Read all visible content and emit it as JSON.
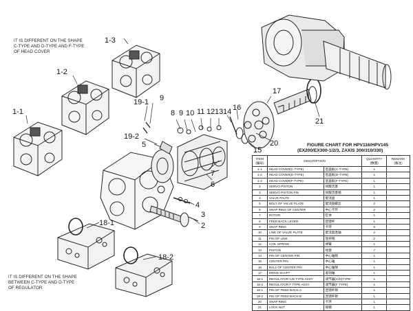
{
  "notes": {
    "head_cover": [
      "IT IS DIFFERENT ON THE SHAPE",
      "C-TYPE AND D-TYPE AND F-TYPE",
      "OF HEAD COVER"
    ],
    "regulator": [
      "IT IS DIFFERENT ON THE SHAPE",
      "BETWEEN C-TYPE AND D-TYPE",
      "OF REGULATOR"
    ]
  },
  "callouts": [
    "1-3",
    "1-2",
    "1-1",
    "9",
    "19-1",
    "8",
    "9",
    "10",
    "11",
    "12",
    "13",
    "14",
    "16",
    "17",
    "19-2",
    "5",
    "15",
    "20",
    "21",
    "7",
    "6",
    "4",
    "3",
    "2",
    "18-1",
    "18-2"
  ],
  "figure_chart": {
    "title": "FIGURE CHART FOR HPV116/HPV145",
    "subtitle": "(EX200/EX300-1/2/3, ZAXIS 300/310/330)",
    "headers": {
      "item": "ITEM",
      "item_zh": "(编号)",
      "description": "DESCRIPTION",
      "quantity": "QUANTITY",
      "quantity_zh": "(数量)",
      "remark": "REMARK",
      "remark_zh": "(备注)"
    },
    "rows": [
      {
        "item": "1-1",
        "desc": "HEAD COVER(C-TYPE)",
        "zh": "后盖板(C-TYPE)",
        "qty": "1",
        "remark": ""
      },
      {
        "item": "1-2",
        "desc": "HEAD COVER(D-TYPE)",
        "zh": "后盖板(D-TYPE)",
        "qty": "1",
        "remark": ""
      },
      {
        "item": "1-3",
        "desc": "HEAD COVER(F-TYPE)",
        "zh": "后盖板(F-TYPE)",
        "qty": "1",
        "remark": ""
      },
      {
        "item": "2",
        "desc": "SERVO PISTON",
        "zh": "伺服活塞",
        "qty": "1",
        "remark": ""
      },
      {
        "item": "3",
        "desc": "SERVO PISTON PIN",
        "zh": "伺服活塞销",
        "qty": "1",
        "remark": ""
      },
      {
        "item": "4",
        "desc": "VALVE PALTE",
        "zh": "配流盘",
        "qty": "1",
        "remark": ""
      },
      {
        "item": "5",
        "desc": "BOLT OF VALVE PLATE",
        "zh": "配流盘螺丝",
        "qty": "2",
        "remark": ""
      },
      {
        "item": "6",
        "desc": "SNAP RING OF CENTER",
        "zh": "中心卡环",
        "qty": "2",
        "remark": ""
      },
      {
        "item": "7",
        "desc": "ROTOR",
        "zh": "缸体",
        "qty": "1",
        "remark": ""
      },
      {
        "item": "8",
        "desc": "FEED BACK LEVER",
        "zh": "回馈杆",
        "qty": "1",
        "remark": ""
      },
      {
        "item": "9",
        "desc": "SNAP RING",
        "zh": "卡环",
        "qty": "6",
        "remark": ""
      },
      {
        "item": "10",
        "desc": "LINK OF VALVE PLATE",
        "zh": "配流盘连轴",
        "qty": "2",
        "remark": ""
      },
      {
        "item": "11",
        "desc": "PIN OF LINK",
        "zh": "连杆销",
        "qty": "2",
        "remark": ""
      },
      {
        "item": "12",
        "desc": "COIL SPRING",
        "zh": "弹簧",
        "qty": "1",
        "remark": ""
      },
      {
        "item": "13",
        "desc": "PISTON",
        "zh": "柱塞",
        "qty": "7",
        "remark": ""
      },
      {
        "item": "14",
        "desc": "PIN OF CENTER PIN",
        "zh": "中心轴销",
        "qty": "1",
        "remark": ""
      },
      {
        "item": "15",
        "desc": "CENTER PIN",
        "zh": "中心轴",
        "qty": "1",
        "remark": ""
      },
      {
        "item": "16",
        "desc": "BALL OF CENTER PIN",
        "zh": "中心轴球",
        "qty": "1",
        "remark": ""
      },
      {
        "item": "17",
        "desc": "DRIVE SHAFT",
        "zh": "驱动轴",
        "qty": "1",
        "remark": ""
      },
      {
        "item": "18-1",
        "desc": "REGULATOR C/D TYPE ASSY",
        "zh": "调节器(C/D)TYPE",
        "qty": "1",
        "remark": ""
      },
      {
        "item": "18-2",
        "desc": "REGULATOR F TYPE ASSY",
        "zh": "调节器(F TYPE)",
        "qty": "1",
        "remark": ""
      },
      {
        "item": "19-1",
        "desc": "PIN OF FEED BACK-A",
        "zh": "回馈杆销",
        "qty": "1",
        "remark": ""
      },
      {
        "item": "19-2",
        "desc": "PIN OF FEED BACK-B",
        "zh": "回馈杆销",
        "qty": "1",
        "remark": ""
      },
      {
        "item": "20",
        "desc": "SNAP RING",
        "zh": "卡环",
        "qty": "1",
        "remark": ""
      },
      {
        "item": "21",
        "desc": "LOCK NUT",
        "zh": "锁帽",
        "qty": "1",
        "remark": ""
      }
    ]
  },
  "colors": {
    "line": "#222222",
    "shade": "#9a9a9a",
    "background": "#ffffff"
  }
}
